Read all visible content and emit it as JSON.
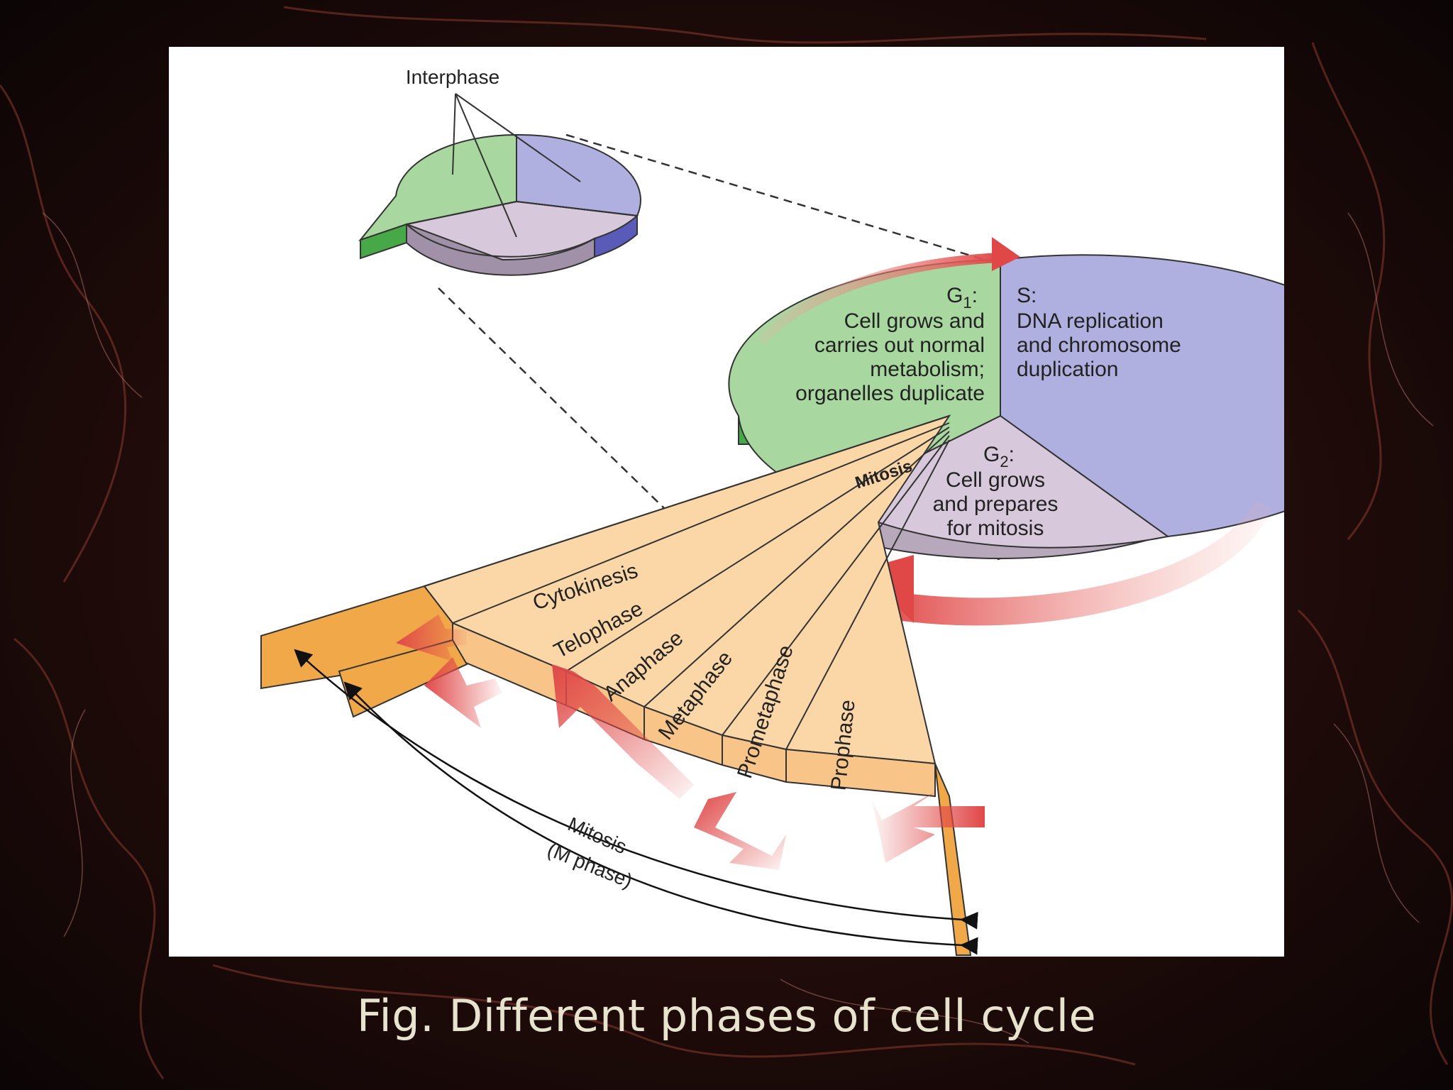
{
  "caption": "Fig. Different phases of cell cycle",
  "diagram": {
    "interphase_label": "Interphase",
    "g1": {
      "name": "G",
      "subscript": "1",
      "lines": [
        "Cell grows and",
        "carries out normal",
        "metabolism;",
        "organelles duplicate"
      ]
    },
    "s": {
      "name": "S:",
      "lines": [
        "DNA replication",
        "and chromosome",
        "duplication"
      ]
    },
    "g2": {
      "name": "G",
      "subscript": "2",
      "lines": [
        "Cell grows",
        "and prepares",
        "for mitosis"
      ]
    },
    "mitosis_label": "Mitosis",
    "mitosis_phases": [
      "Cytokinesis",
      "Telophase",
      "Anaphase",
      "Metaphase",
      "Prometaphase",
      "Prophase"
    ],
    "m_phase_label_line1": "Mitosis",
    "m_phase_label_line2": "(M phase)",
    "colors": {
      "g1": "#a8d8a0",
      "s": "#b0b0e0",
      "g2": "#d8c8dc",
      "mitosis": "#fbd7a8",
      "arrow": "#e05050"
    }
  }
}
